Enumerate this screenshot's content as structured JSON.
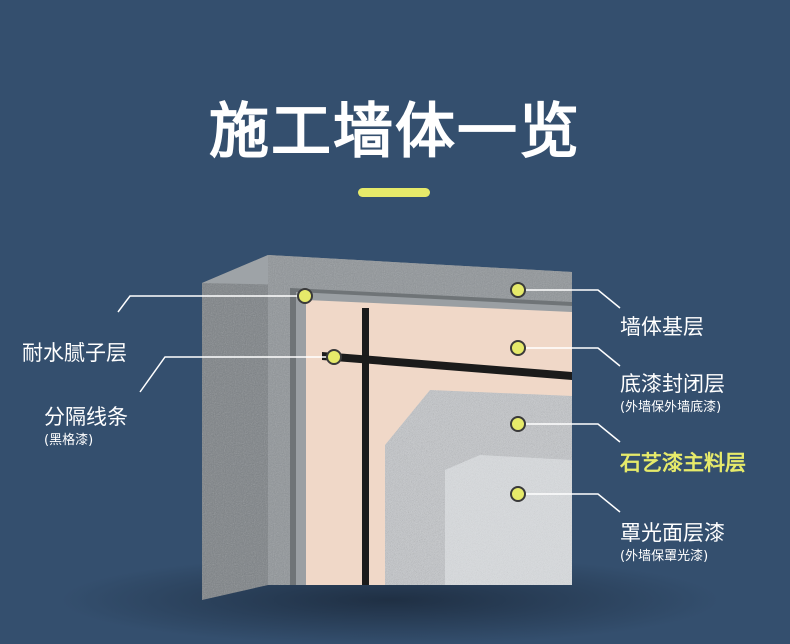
{
  "title": "施工墙体一览",
  "colors": {
    "background": "#344f6e",
    "accent": "#e6ea6a",
    "concrete": "#8f9498",
    "putty": "#6f7477",
    "sealer": "#f0d8c8",
    "divider_line": "#1b1b1b",
    "stone_paint": "#c9ccd0",
    "top_coat": "#dadde0"
  },
  "labels_left": [
    {
      "id": "putty",
      "name": "耐水腻子层",
      "sub": ""
    },
    {
      "id": "divider",
      "name": "分隔线条",
      "sub": "(黑格漆)"
    }
  ],
  "labels_right": [
    {
      "id": "base",
      "name": "墙体基层",
      "sub": ""
    },
    {
      "id": "sealer",
      "name": "底漆封闭层",
      "sub": "(外墙保外墙底漆)"
    },
    {
      "id": "stone",
      "name": "石艺漆主料层",
      "sub": ""
    },
    {
      "id": "topcoat",
      "name": "罩光面层漆",
      "sub": "(外墙保罩光漆)"
    }
  ]
}
